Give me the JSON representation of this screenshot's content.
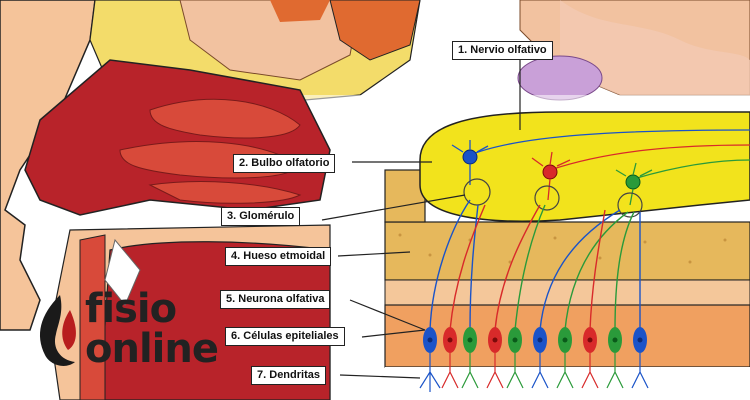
{
  "diagram": {
    "labels": [
      {
        "number": "1.",
        "text": "Nervio olfativo"
      },
      {
        "number": "2.",
        "text": "Bulbo olfatorio"
      },
      {
        "number": "3.",
        "text": "Glomérulo"
      },
      {
        "number": "4.",
        "text": "Hueso etmoidal"
      },
      {
        "number": "5.",
        "text": "Neurona olfativa"
      },
      {
        "number": "6.",
        "text": "Células epiteliales"
      },
      {
        "number": "7.",
        "text": "Dendritas"
      }
    ]
  },
  "brand": {
    "line1": "fisio",
    "line2": "online",
    "logo_icon": "flame-logo-icon"
  },
  "colors": {
    "bulb_yellow": "#f2e31c",
    "bone_tan": "#e6b85c",
    "nasal_red": "#b8232a",
    "skin": "#f5c49a",
    "neuron_blue": "#1a53c8",
    "neuron_red": "#d82a2a",
    "neuron_green": "#2a9a3a",
    "epithelium_orange": "#f0a060"
  }
}
